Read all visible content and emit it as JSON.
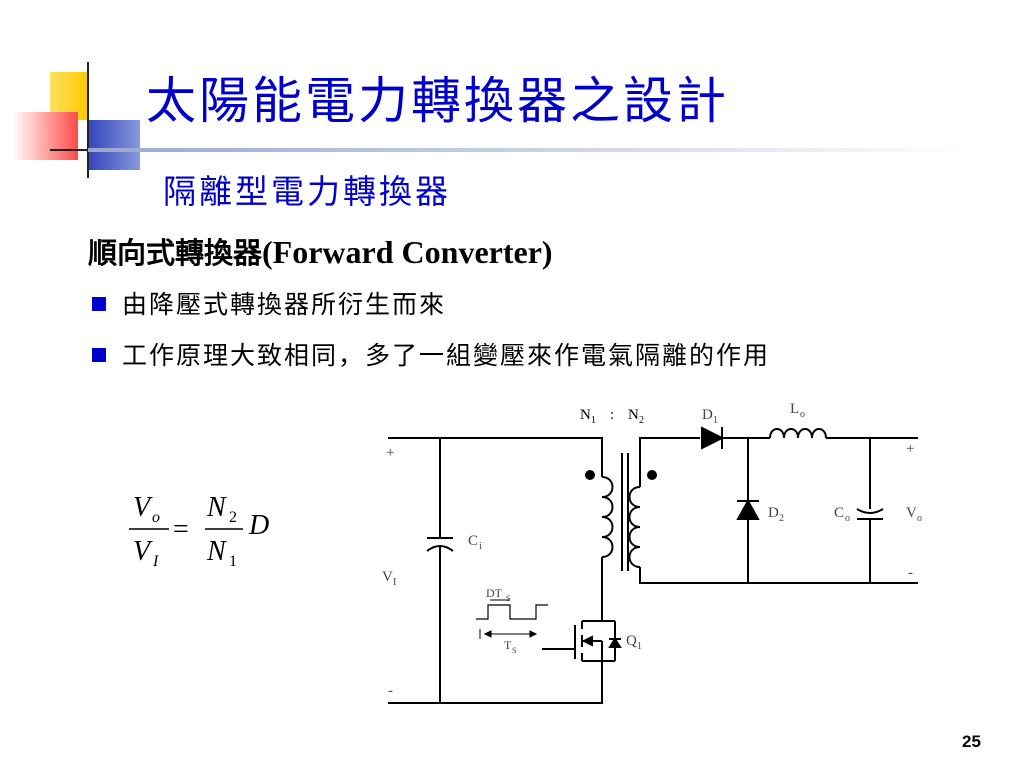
{
  "slide": {
    "title": "太陽能電力轉換器之設計",
    "subtitle": "隔離型電力轉換器",
    "heading_zh": "順向式轉換器",
    "heading_en": "(Forward Converter)",
    "bullets": [
      "由降壓式轉換器所衍生而來",
      "工作原理大致相同，多了一組變壓來作電氣隔離的作用"
    ],
    "page_number": "25"
  },
  "formula": {
    "vo_v": "V",
    "vo_sub": "o",
    "vi_v": "V",
    "vi_sub": "I",
    "equals": "=",
    "n2_n": "N",
    "n2_sub": "2",
    "n1_n": "N",
    "n1_sub": "1",
    "d": "D"
  },
  "circuit": {
    "ratio_n1": "N",
    "ratio_n1_sub": "1",
    "ratio_colon": ":",
    "ratio_n2": "N",
    "ratio_n2_sub": "2",
    "d1": "D",
    "d1_sub": "1",
    "lo": "L",
    "lo_sub": "o",
    "d2": "D",
    "d2_sub": "2",
    "co": "C",
    "co_sub": "o",
    "vo": "V",
    "vo_sub": "o",
    "ci": "C",
    "ci_sub": "i",
    "vi": "V",
    "vi_sub": "I",
    "q1": "Q",
    "q1_sub": "1",
    "dts": "DT",
    "dts_sub": "S",
    "ts": "T",
    "ts_sub": "S",
    "plus": "+",
    "minus": "-"
  },
  "colors": {
    "title_blue": "#0000cc",
    "deco_yellow": "#ffd200",
    "deco_red": "#ff5050",
    "deco_blue": "#5566cc"
  }
}
